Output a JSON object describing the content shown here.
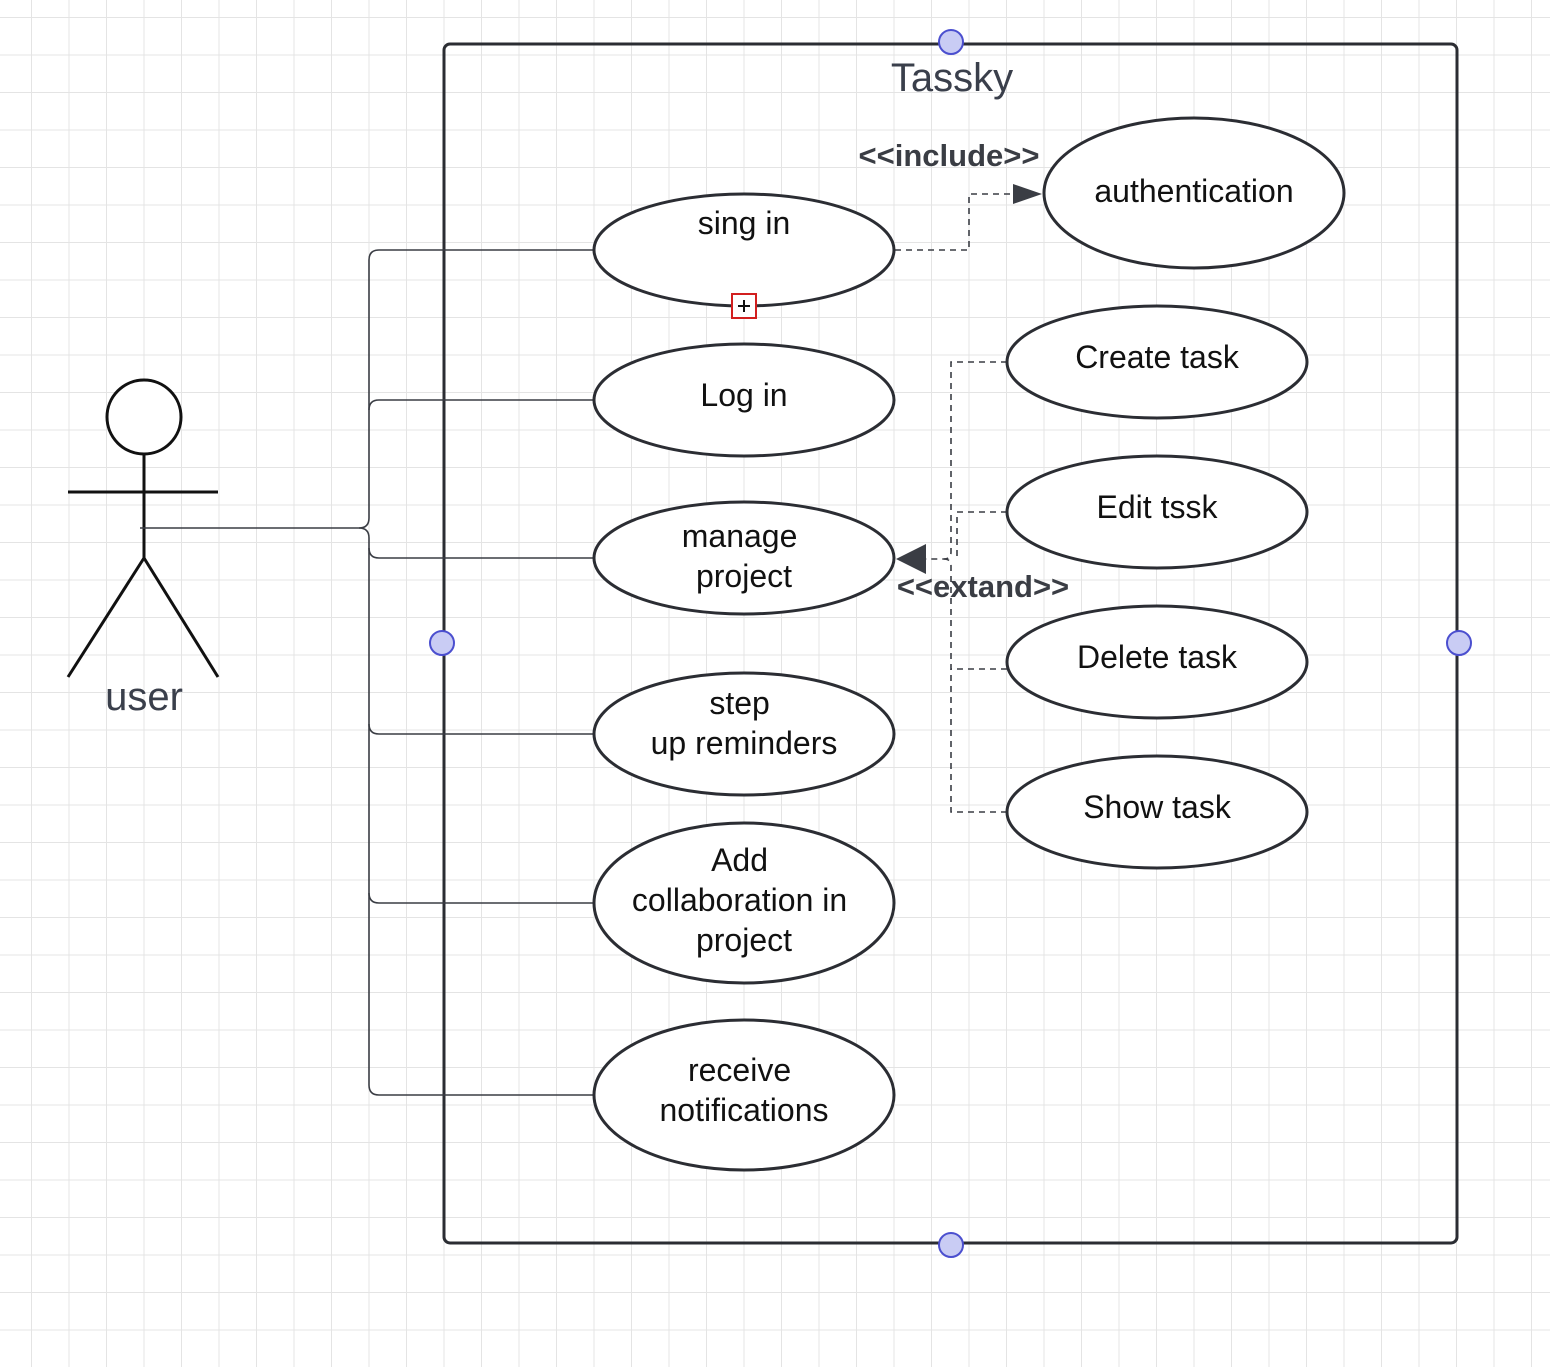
{
  "system": {
    "title": "Tassky"
  },
  "actor": {
    "label": "user"
  },
  "use_cases": {
    "sign_in": [
      "sing in"
    ],
    "log_in": [
      "Log in"
    ],
    "manage_project": [
      "manage",
      "project"
    ],
    "set_up_reminders": [
      "step",
      "up reminders"
    ],
    "add_collaboration": [
      "Add",
      "collaboration in",
      "project"
    ],
    "receive_notifications": [
      "receive",
      "notifications"
    ],
    "authentication": [
      "authentication"
    ],
    "create_task": [
      "Create task"
    ],
    "edit_task": [
      "Edit tssk"
    ],
    "delete_task": [
      "Delete task"
    ],
    "show_task": [
      "Show task"
    ]
  },
  "relationships": {
    "include_label": "<<include>>",
    "extend_label": "<<extand>>"
  },
  "colors": {
    "stroke": "#2b2d33",
    "selection_handle": "#c9ccf4",
    "expand_marker": "#d21f1f"
  },
  "icons": {
    "expand_marker": "plus-box-icon",
    "resize_handles": "selection-handle-icon"
  }
}
